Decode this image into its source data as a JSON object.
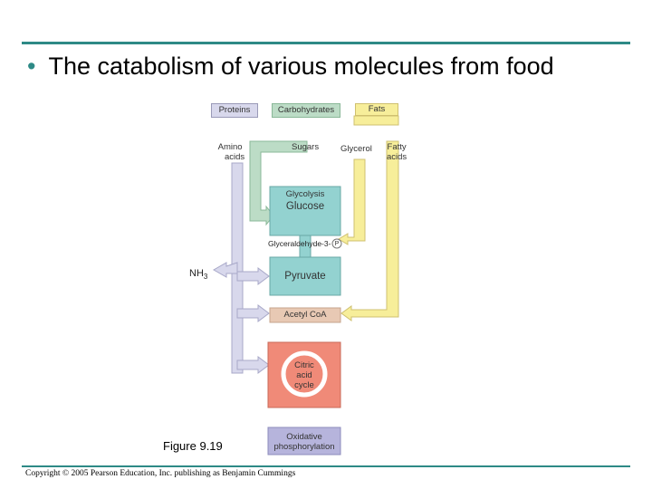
{
  "slide": {
    "bullet": "•",
    "title": "The catabolism of various molecules from food",
    "figure_label": "Figure 9.19",
    "copyright": "Copyright © 2005 Pearson Education, Inc. publishing as Benjamin Cummings"
  },
  "diagram": {
    "sources": {
      "proteins": "Proteins",
      "carbohydrates": "Carbohydrates",
      "fats": "Fats"
    },
    "monomers": {
      "amino_acids": [
        "Amino",
        "acids"
      ],
      "sugars": "Sugars",
      "glycerol": "Glycerol",
      "fatty_acids": [
        "Fatty",
        "acids"
      ]
    },
    "steps": {
      "glycolysis": "Glycolysis",
      "glucose": "Glucose",
      "g3p": "Glyceraldehyde-3-",
      "g3p_phosphate": "P",
      "nh3": "NH",
      "nh3_sub": "3",
      "pyruvate": "Pyruvate",
      "acetyl_coa": "Acetyl CoA",
      "citric_cycle": [
        "Citric",
        "acid",
        "cycle"
      ],
      "oxphos": [
        "Oxidative",
        "phosphorylation"
      ]
    },
    "colors": {
      "rule": "#2e8a86",
      "proteins_path": "#d8d8ec",
      "carbohydrates_path": "#bcdcc6",
      "fats_path": "#f7ee9a",
      "glycolysis_box": "#93d2d0",
      "acetyl_box": "#e8c9b4",
      "citric_box": "#f08a78",
      "oxphos_box": "#b6b4dc"
    }
  }
}
